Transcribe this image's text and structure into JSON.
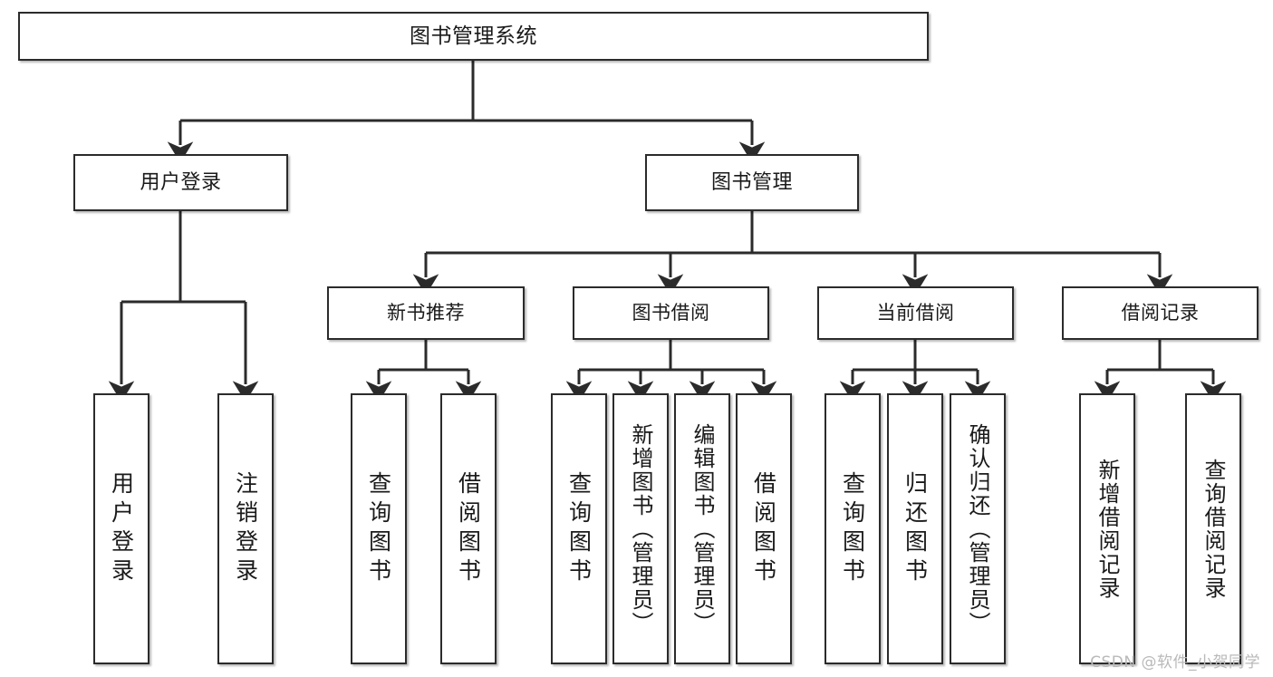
{
  "diagram": {
    "type": "tree",
    "title": "图书管理系统",
    "watermark": "CSDN @软件_小贺同学",
    "colors": {
      "box_border": "#2b2b2b",
      "box_fill": "#ffffff",
      "edge": "#2b2b2b",
      "text": "#1a1a1a",
      "watermark": "#b9b9b9",
      "background": "#ffffff"
    },
    "root": {
      "label": "图书管理系统"
    },
    "level2": [
      {
        "label": "用户登录"
      },
      {
        "label": "图书管理"
      }
    ],
    "level3": [
      {
        "label": "新书推荐"
      },
      {
        "label": "图书借阅"
      },
      {
        "label": "当前借阅"
      },
      {
        "label": "借阅记录"
      }
    ],
    "leaves": {
      "user_login": [
        {
          "label": "用户登录"
        },
        {
          "label": "注销登录"
        }
      ],
      "new_book_recommend": [
        {
          "label": "查询图书"
        },
        {
          "label": "借阅图书"
        }
      ],
      "book_borrow": [
        {
          "label": "查询图书"
        },
        {
          "label": "新增图书（管理员）"
        },
        {
          "label": "编辑图书（管理员）"
        },
        {
          "label": "借阅图书"
        }
      ],
      "current_borrow": [
        {
          "label": "查询图书"
        },
        {
          "label": "归还图书"
        },
        {
          "label": "确认归还（管理员）"
        }
      ],
      "borrow_record": [
        {
          "label": "新增借阅记录"
        },
        {
          "label": "查询借阅记录"
        }
      ]
    }
  }
}
